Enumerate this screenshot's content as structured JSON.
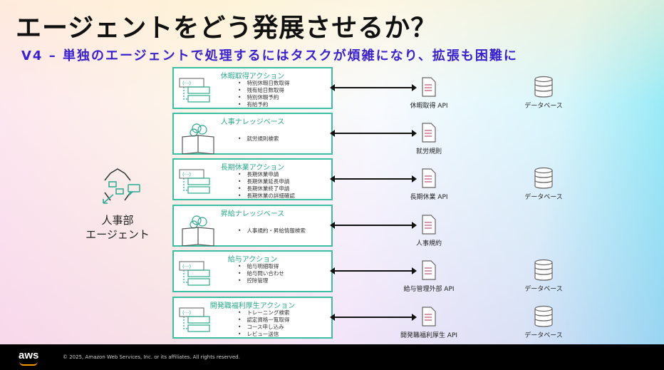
{
  "title": "エージェントをどう発展させるか？",
  "subtitle": "V4 – 単独のエージェントで処理するにはタスクが煩雑になり、拡張も困難に",
  "agent": {
    "line1": "人事部",
    "line2": "エージェント"
  },
  "rows": [
    {
      "type": "action",
      "title": "休暇取得アクション",
      "items": [
        "特別休暇日数取得",
        "残有給日数取得",
        "特別休暇予約",
        "有給予約"
      ],
      "target": "休暇取得 API",
      "db": "データベース"
    },
    {
      "type": "knowledge",
      "title": "人事ナレッジベース",
      "items": [
        "就労規則検索"
      ],
      "target": "就労規則",
      "db": null
    },
    {
      "type": "action",
      "title": "長期休業アクション",
      "items": [
        "長期休業申請",
        "長期休業延長申請",
        "長期休業終了申請",
        "長期休業の詳細確認"
      ],
      "target": "長期休業 API",
      "db": "データベース"
    },
    {
      "type": "knowledge",
      "title": "昇給ナレッジベース",
      "items": [
        "人事規約・昇給情報検索"
      ],
      "target": "人事規約",
      "db": null
    },
    {
      "type": "action",
      "title": "給与アクション",
      "items": [
        "給与明細取得",
        "給与問い合わせ",
        "控除管理"
      ],
      "target": "給与管理外部 API",
      "db": "データベース"
    },
    {
      "type": "action",
      "title": "開発職福利厚生アクション",
      "items": [
        "トレーニング検索",
        "認定資格一覧取得",
        "コース申し込み",
        "レビュー送信"
      ],
      "target": "開発職福利厚生 API",
      "db": "データベース"
    }
  ],
  "footer": {
    "logo": "aws",
    "copyright": "© 2025, Amazon Web Services, Inc. or its affiliates. All rights reserved."
  },
  "colors": {
    "accent": "#3bbfa3",
    "subtitle": "#3a20d0"
  }
}
